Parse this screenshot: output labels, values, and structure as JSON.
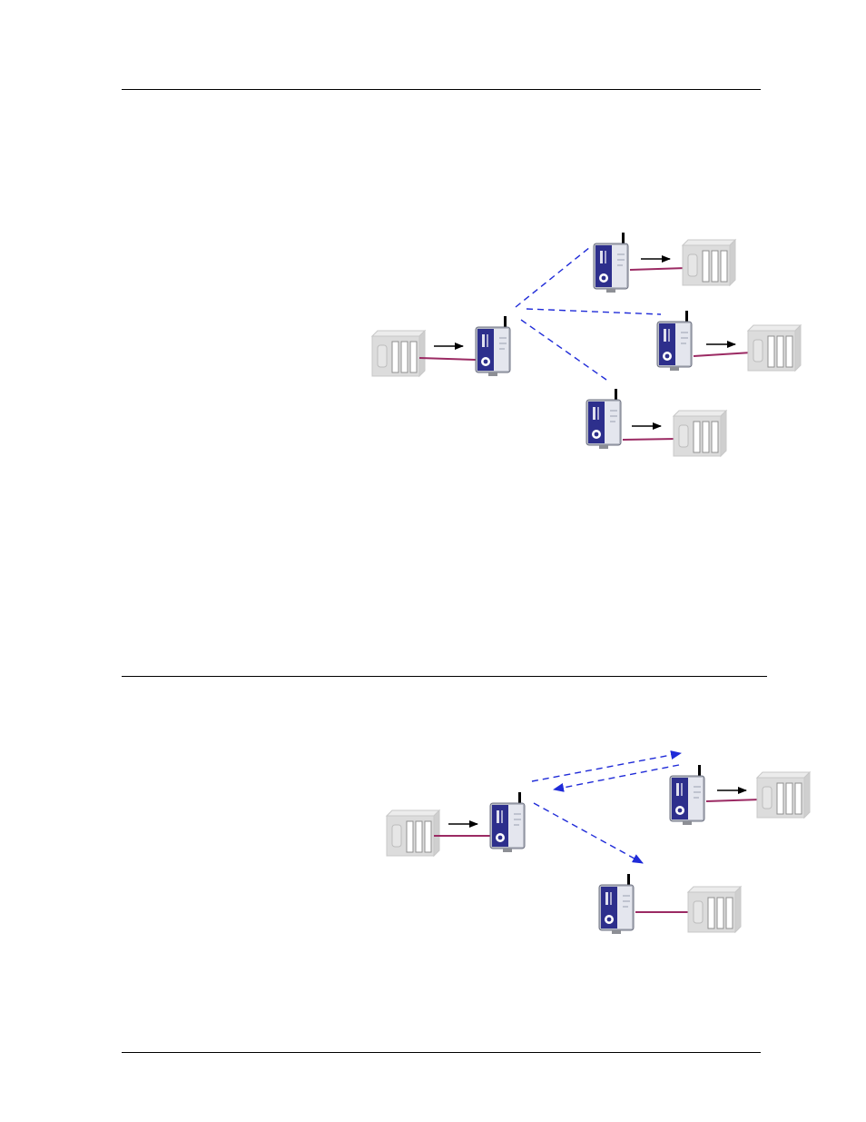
{
  "page": {
    "background": "#ffffff"
  },
  "colors": {
    "rule": "#000000",
    "radio_link": "#1f2bd8",
    "cable": "#9b2a63",
    "radio_panel": "#2d2f8c"
  },
  "figures": [
    {
      "name": "broadcast-diagram",
      "icons": [
        "plc-icon",
        "radio-modem-icon",
        "arrow-icon",
        "dashed-radio-link"
      ]
    },
    {
      "name": "acknowledged-diagram",
      "icons": [
        "plc-icon",
        "radio-modem-icon",
        "arrow-icon",
        "dashed-radio-link-arrow"
      ]
    }
  ]
}
